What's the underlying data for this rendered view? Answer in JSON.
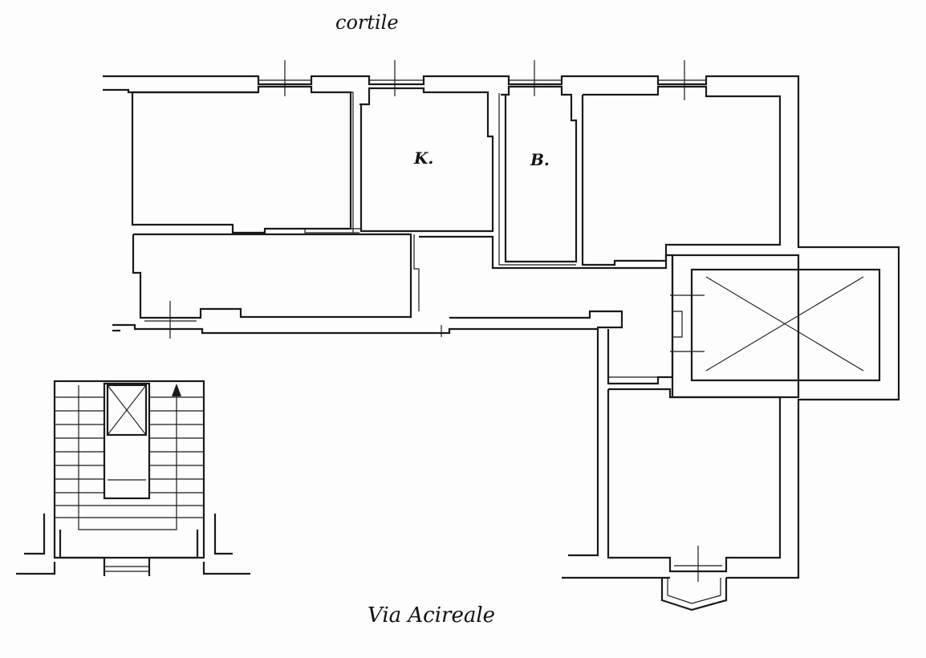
{
  "labels": {
    "courtyard": "cortile",
    "street": "Via Acireale",
    "kitchen": "K.",
    "bathroom": "B."
  },
  "icons": {
    "shaft": "x-cross-icon",
    "stair_direction": "arrow-up-icon"
  },
  "colors": {
    "ink": "#1a1a1a",
    "paper": "#fdfdfd"
  }
}
